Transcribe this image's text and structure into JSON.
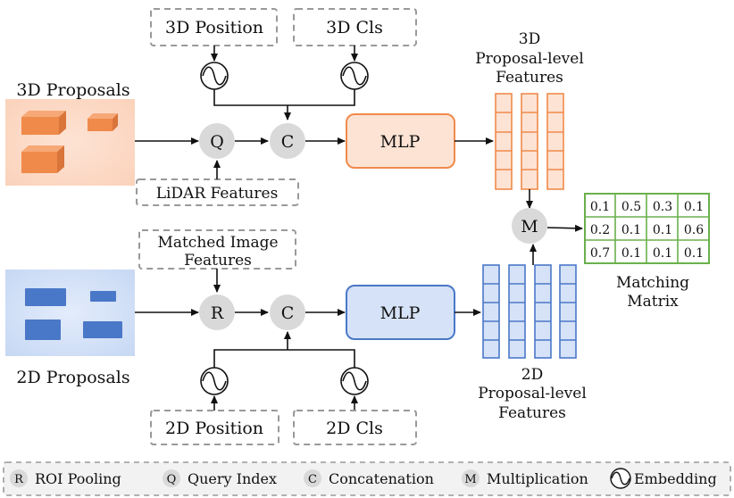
{
  "inputs3d": {
    "position": "3D Position",
    "cls": "3D Cls",
    "proposals_label": "3D Proposals",
    "lidar": "LiDAR Features",
    "features_label": [
      "3D",
      "Proposal-level",
      "Features"
    ]
  },
  "inputs2d": {
    "position": "2D Position",
    "cls": "2D Cls",
    "proposals_label": "2D Proposals",
    "matched": [
      "Matched Image",
      "Features"
    ],
    "features_label": [
      "2D",
      "Proposal-level",
      "Features"
    ]
  },
  "nodes": {
    "q": "Q",
    "c": "C",
    "r": "R",
    "m": "M"
  },
  "mlp": "MLP",
  "matrix": {
    "rows": [
      [
        "0.1",
        "0.5",
        "0.3",
        "0.1"
      ],
      [
        "0.2",
        "0.1",
        "0.1",
        "0.6"
      ],
      [
        "0.7",
        "0.1",
        "0.1",
        "0.1"
      ]
    ],
    "label": [
      "Matching",
      "Matrix"
    ]
  },
  "legend": {
    "r_sym": "R",
    "r_text": "ROI Pooling",
    "q_sym": "Q",
    "q_text": "Query Index",
    "c_sym": "C",
    "c_text": "Concatenation",
    "m_sym": "M",
    "m_text": "Multiplication",
    "e_text": "Embedding"
  },
  "colors": {
    "orange": "#f08a4b",
    "orange_fill": "#fde3d4",
    "blue": "#4a78c8",
    "blue_fill": "#d6e2f7",
    "green": "#6ab04c",
    "node": "#d9d9d9",
    "dash": "#999999"
  }
}
